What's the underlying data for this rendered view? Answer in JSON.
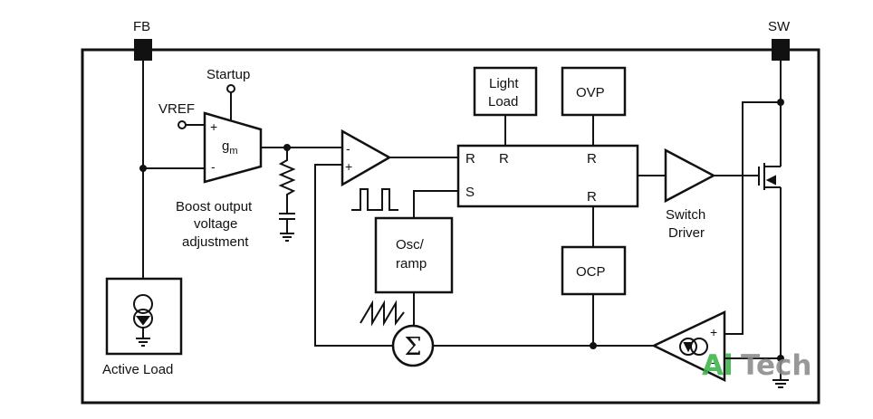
{
  "pins": {
    "fb": "FB",
    "sw": "SW"
  },
  "amplifier": {
    "inputs": {
      "plus": "+",
      "minus": "-"
    },
    "label_g": "g",
    "label_sub": "m"
  },
  "signals": {
    "vref": "VREF",
    "startup": "Startup"
  },
  "boost_caption": [
    "Boost output",
    "voltage",
    "adjustment"
  ],
  "comparator": {
    "minus": "-",
    "plus": "+"
  },
  "latch": {
    "r_left": "R",
    "r_top1": "R",
    "r_top2": "R",
    "s": "S",
    "r_bottom": "R"
  },
  "blocks": {
    "light_load": [
      "Light",
      "Load"
    ],
    "ovp": "OVP",
    "ocp": "OCP",
    "osc_ramp": [
      "Osc/",
      "ramp"
    ]
  },
  "switch_driver": [
    "Switch",
    "Driver"
  ],
  "active_load": "Active Load",
  "summer": "Σ",
  "current_sense": {
    "plus": "+",
    "minus": "-"
  },
  "watermark": {
    "part1": "Ai",
    "part2": "Tech"
  },
  "colors": {
    "line": "#111111",
    "watermark_green": "#3bb54a",
    "watermark_gray": "#8a8a8a"
  }
}
